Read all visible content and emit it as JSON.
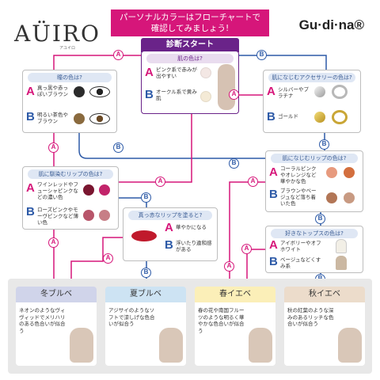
{
  "brand_left": "AÜIRO",
  "brand_left_sub": "アユイロ",
  "brand_right": "Gu·di·na®",
  "banner": {
    "line1": "パーソナルカラーはフローチャートで",
    "line2": "確認してみましょう!"
  },
  "start": {
    "title": "診断スタート",
    "question": "肌の色は?",
    "a_label": "A",
    "a_text": "ピンク系で赤みが出やすい",
    "b_label": "B",
    "b_text": "オークル系で黄み肌"
  },
  "q_eye": {
    "question": "瞳の色は?",
    "a_text": "真っ黒や赤っぽいブラウン",
    "b_text": "明るい茶色やブラウン"
  },
  "q_access": {
    "question": "肌になじむアクセサリーの色は?",
    "a_text": "シルバーやプラチナ",
    "b_text": "ゴールド"
  },
  "q_lip_cool": {
    "question": "肌に馴染むリップの色は?",
    "a_text": "ワインレッドやフューシャピンクなどの濃い色",
    "b_text": "ローズピンクやモーヴピンクなど薄い色"
  },
  "q_lip_warm": {
    "question": "肌になじむリップの色は?",
    "a_text": "コーラルピンクやオレンジなど華やかな色",
    "b_text": "ブラウンやベージュなど落ち着いた色"
  },
  "q_red_lip": {
    "question": "真っ赤なリップを塗ると?",
    "a_text": "華やかになる",
    "b_text": "浮いたり違和感がある"
  },
  "q_tops": {
    "question": "好きなトップスの色は?",
    "a_text": "アイボリーやオフホワイト",
    "b_text": "ベージュなどくすみ系"
  },
  "results": [
    {
      "name": "冬ブルベ",
      "text": "ネオンのようなヴィヴィッドでメリハリのある色合いが似合う",
      "color": "#d0d4ea"
    },
    {
      "name": "夏ブルベ",
      "text": "アジサイのようなソフトで涼しげな色合いが似合う",
      "color": "#cde3f3"
    },
    {
      "name": "春イエベ",
      "text": "春の花や南国フルーツのような明るく華やかな色合いが似合う",
      "color": "#fbefb8"
    },
    {
      "name": "秋イエベ",
      "text": "秋の紅葉のような深みのあるリッチな色合いが似合う",
      "color": "#ecdccb"
    }
  ],
  "badge_a": "A",
  "badge_b": "B",
  "colors": {
    "accent_pink": "#d6167a",
    "accent_blue": "#2d5aa7",
    "start_purple": "#6a2389"
  }
}
